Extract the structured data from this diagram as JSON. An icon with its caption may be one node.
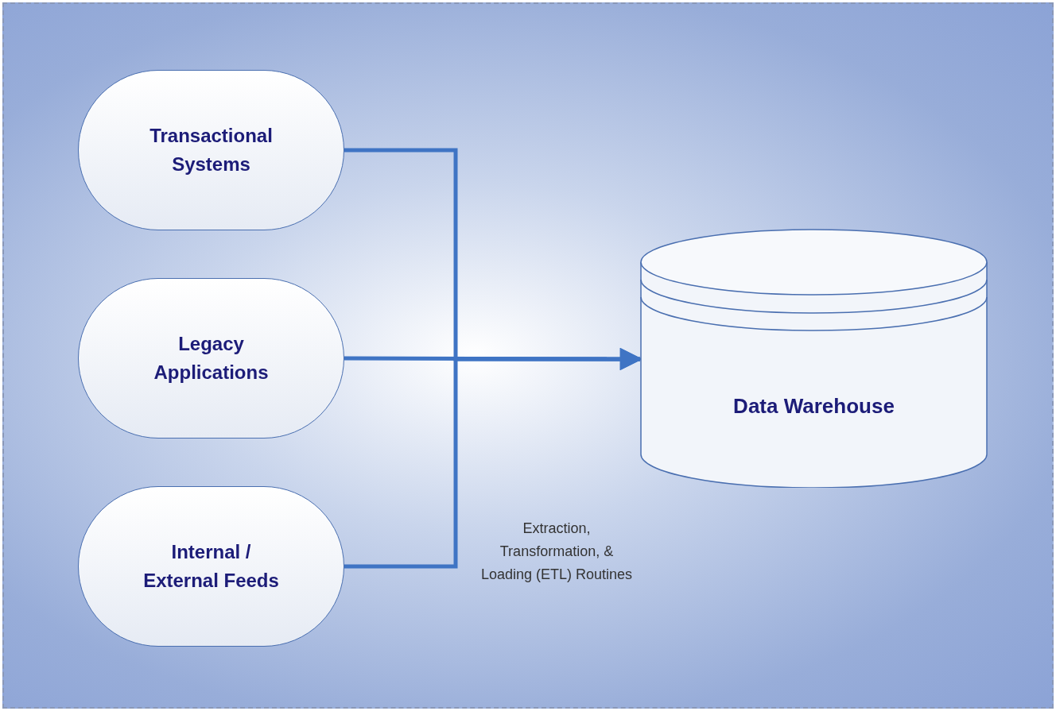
{
  "diagram": {
    "nodes": [
      {
        "text": [
          "Transactional Systems"
        ]
      },
      {
        "text": [
          "Legacy Applications"
        ]
      },
      {
        "text": [
          "Internal / External Feeds"
        ]
      },
      {
        "text": [
          "Data Warehouse"
        ]
      }
    ],
    "edges": [
      {
        "from": 0,
        "to": 3,
        "arrow": "to"
      },
      {
        "from": 1,
        "to": 3,
        "arrow": "to"
      },
      {
        "from": 2,
        "to": 3,
        "arrow": "to"
      }
    ],
    "labels": [
      "Extraction, Transformation, & Loading (ETL) Routines"
    ]
  }
}
